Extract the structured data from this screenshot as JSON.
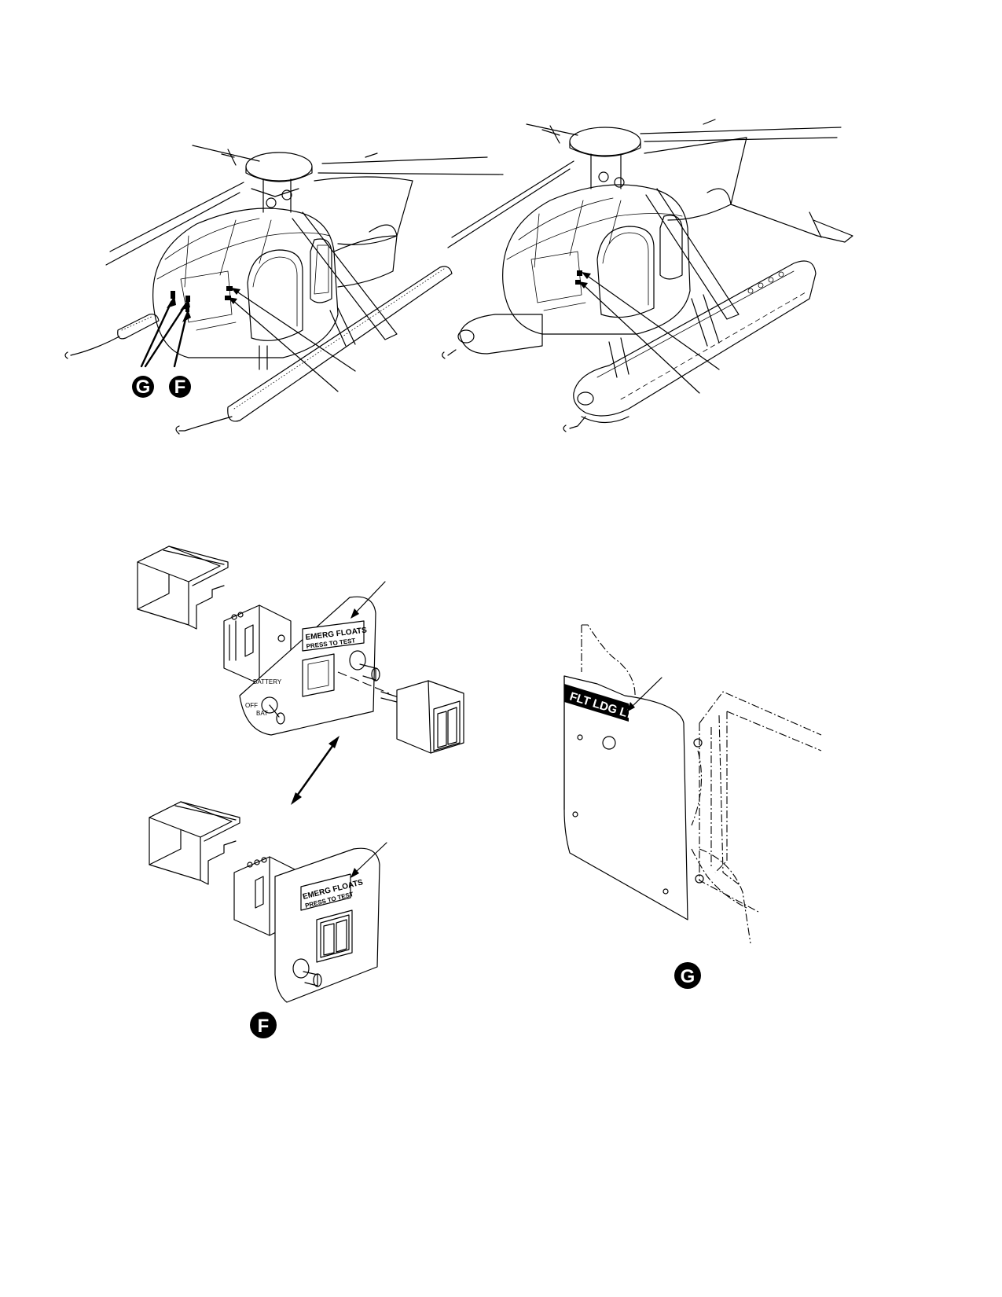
{
  "figure": {
    "detail_callouts": {
      "detail_f": "F",
      "detail_g": "G"
    },
    "placards": {
      "emerg_floats_line1": "EMERG FLOATS",
      "emerg_floats_line2": "PRESS TO TEST",
      "flt_ldg_lt": "FLT LDG LT"
    },
    "switch_labels": {
      "battery": "BATTERY",
      "off": "OFF",
      "bat": "BAT"
    }
  }
}
